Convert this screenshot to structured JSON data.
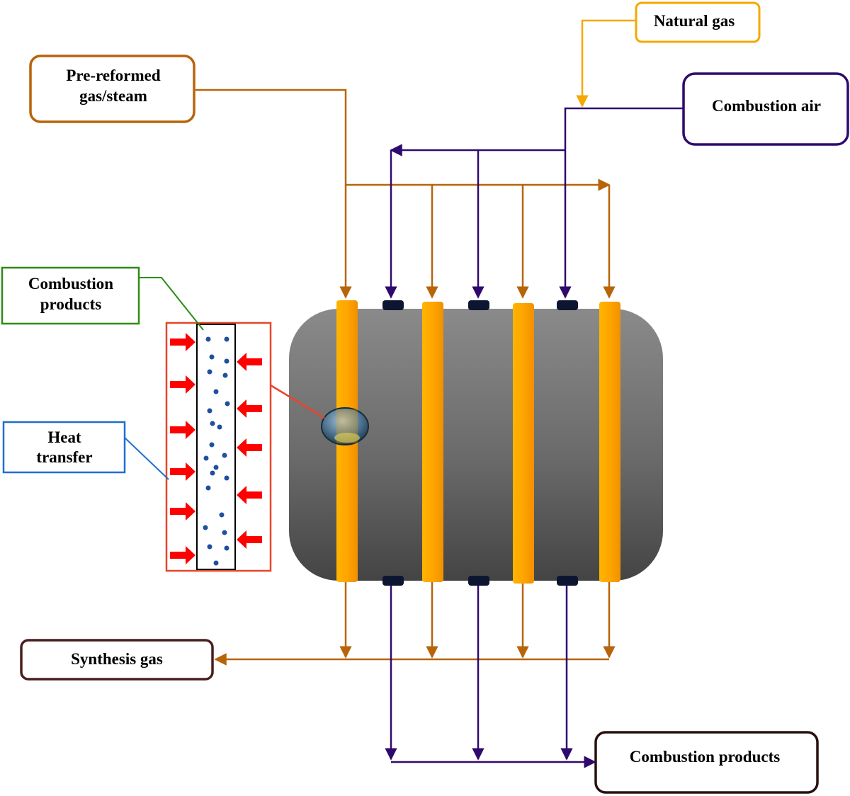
{
  "labels": {
    "natural_gas": "Natural gas",
    "pre_reformed_line1": "Pre-reformed",
    "pre_reformed_line2": "gas/steam",
    "combustion_air": "Combustion air",
    "combustion_products_detail_line1": "Combustion",
    "combustion_products_detail_line2": "products",
    "heat_transfer_line1": "Heat",
    "heat_transfer_line2": "transfer",
    "synthesis_gas": "Synthesis gas",
    "combustion_products_out": "Combustion products"
  },
  "colors": {
    "process_line": "#B8640A",
    "air_line": "#2E0A6E",
    "natural_gas_line": "#F5A800",
    "tube": "#FFA500",
    "reformer_body": "#6E6E6E",
    "detail_box": "#E8452A",
    "heat_arrow": "#FF0000",
    "combustion_products_box": "#2E8B14",
    "heat_transfer_box": "#1E6FD0",
    "synthesis_box": "#4A1E1E",
    "particles": "#1E4FA0"
  }
}
